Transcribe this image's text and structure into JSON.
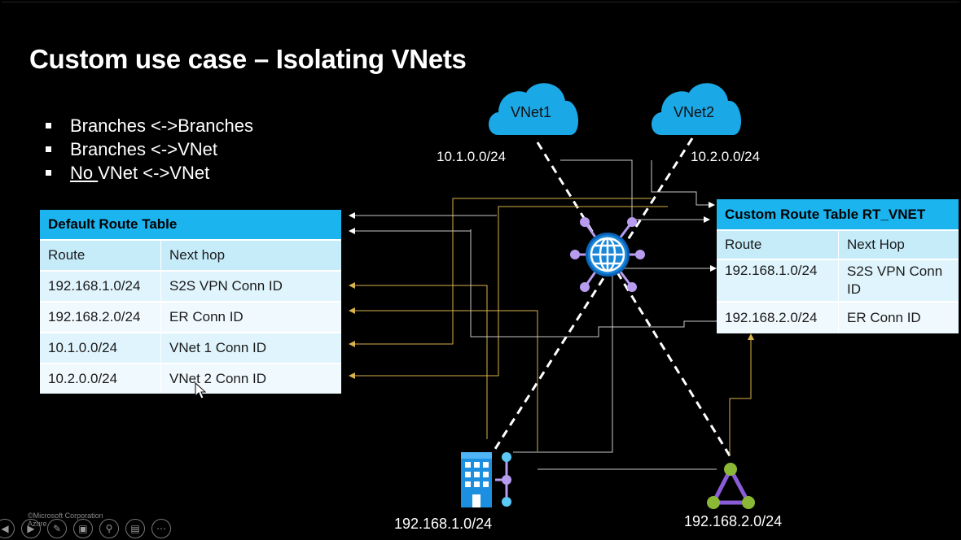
{
  "slide": {
    "title": "Custom use case – Isolating VNets",
    "bullets": [
      {
        "prefix": "",
        "text": "Branches <->Branches"
      },
      {
        "prefix": "",
        "text": "Branches <->VNet"
      },
      {
        "prefix": "No ",
        "text": "VNet <->VNet"
      }
    ]
  },
  "default_route_table": {
    "title": "Default Route Table",
    "columns": [
      "Route",
      "Next hop"
    ],
    "rows": [
      [
        "192.168.1.0/24",
        "S2S VPN Conn ID"
      ],
      [
        "192.168.2.0/24",
        "ER Conn ID"
      ],
      [
        "10.1.0.0/24",
        "VNet 1 Conn ID"
      ],
      [
        "10.2.0.0/24",
        "VNet 2 Conn ID"
      ]
    ]
  },
  "custom_route_table": {
    "title": "Custom Route Table RT_VNET",
    "columns": [
      "Route",
      "Next Hop"
    ],
    "rows": [
      [
        "192.168.1.0/24",
        "S2S VPN Conn ID"
      ],
      [
        "192.168.2.0/24",
        "ER Conn ID"
      ]
    ]
  },
  "diagram": {
    "vnet1": {
      "label": "VNet1",
      "prefix": "10.1.0.0/24"
    },
    "vnet2": {
      "label": "VNet2",
      "prefix": "10.2.0.0/24"
    },
    "branch_vpn": {
      "prefix": "192.168.1.0/24",
      "icon": "building-icon"
    },
    "branch_er": {
      "prefix": "192.168.2.0/24",
      "icon": "expressroute-icon"
    },
    "hub": {
      "icon": "virtual-hub-icon"
    },
    "colors": {
      "cloud": "#1ba8e6",
      "table_header": "#1cb4ef",
      "arrow": "#c8a040",
      "node": "#b79cf0",
      "er_node": "#8ab836",
      "er_edge": "#8a5cd8"
    }
  },
  "footer": {
    "copyright_line1": "©Microsoft Corporation",
    "copyright_line2": "Azure",
    "toolbar": [
      "prev-icon",
      "next-icon",
      "pen-icon",
      "slides-icon",
      "zoom-icon",
      "subtitles-icon",
      "more-icon"
    ]
  }
}
